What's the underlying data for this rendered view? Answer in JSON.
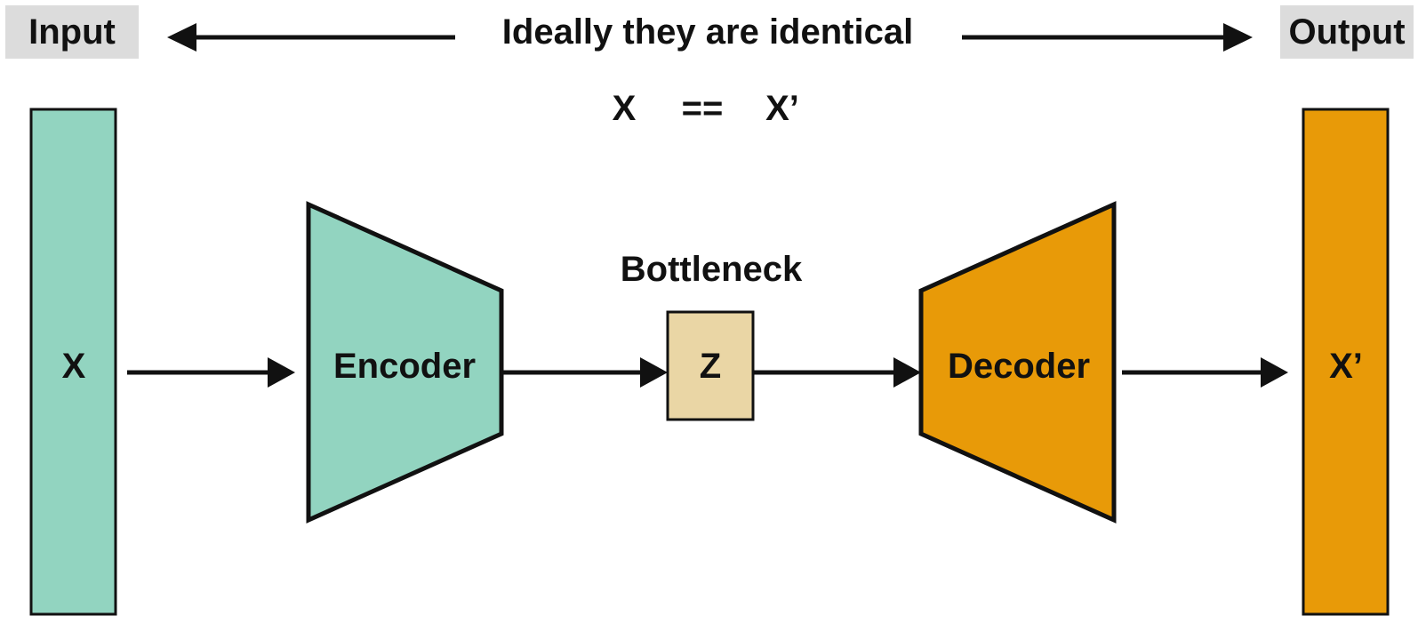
{
  "header": {
    "input_label": "Input",
    "output_label": "Output",
    "caption": "Ideally they are identical"
  },
  "equation": {
    "left": "X",
    "operator": "==",
    "right": "X’"
  },
  "input_block": {
    "label": "X"
  },
  "encoder": {
    "label": "Encoder"
  },
  "bottleneck": {
    "title": "Bottleneck",
    "label": "Z"
  },
  "decoder": {
    "label": "Decoder"
  },
  "output_block": {
    "label": "X’"
  },
  "colors": {
    "input_fill": "#92d4c0",
    "encoder_fill": "#92d4c0",
    "bottleneck_fill": "#ead6a5",
    "decoder_fill": "#e89a08",
    "output_fill": "#e89a08",
    "header_box": "#dcdcdc",
    "stroke": "#111111"
  }
}
